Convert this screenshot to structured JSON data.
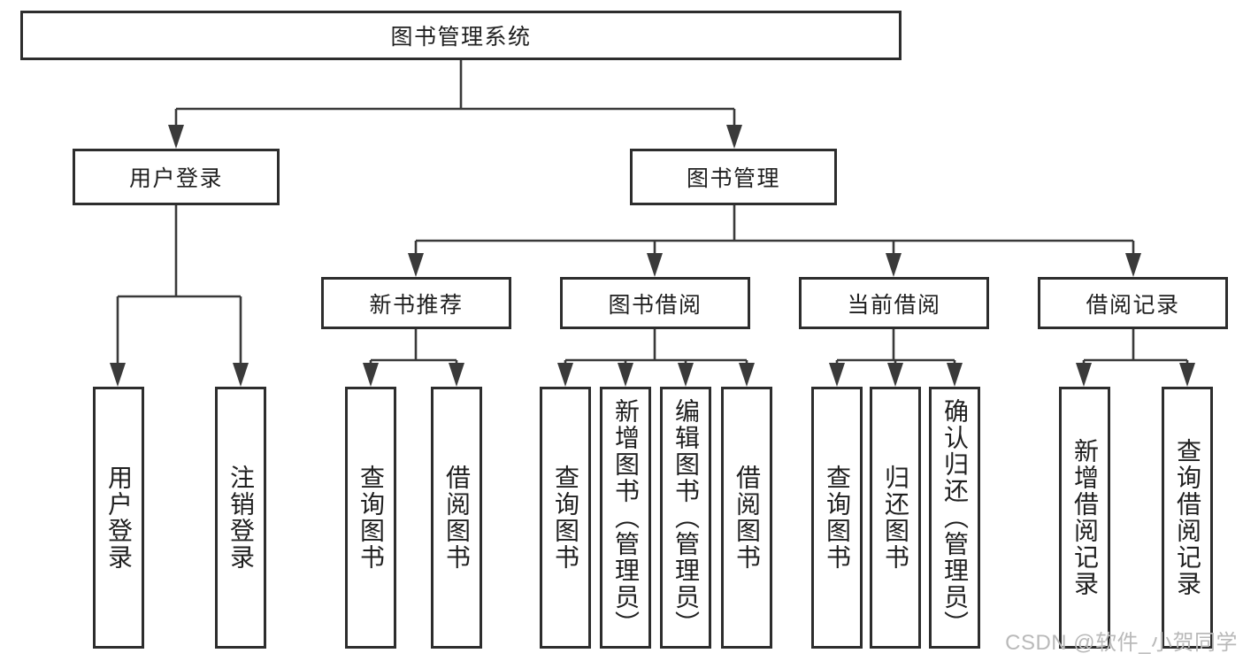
{
  "diagram": {
    "label": "图书管理系统",
    "children": [
      {
        "label": "用户登录",
        "children": [
          {
            "label": "用户登录"
          },
          {
            "label": "注销登录"
          }
        ]
      },
      {
        "label": "图书管理",
        "children": [
          {
            "label": "新书推荐",
            "children": [
              {
                "label": "查询图书"
              },
              {
                "label": "借阅图书"
              }
            ]
          },
          {
            "label": "图书借阅",
            "children": [
              {
                "label": "查询图书"
              },
              {
                "label": "新增图书（管理员）"
              },
              {
                "label": "编辑图书（管理员）"
              },
              {
                "label": "借阅图书"
              }
            ]
          },
          {
            "label": "当前借阅",
            "children": [
              {
                "label": "查询图书"
              },
              {
                "label": "归还图书"
              },
              {
                "label": "确认归还（管理员）"
              }
            ]
          },
          {
            "label": "借阅记录",
            "children": [
              {
                "label": "新增借阅记录"
              },
              {
                "label": "查询借阅记录"
              }
            ]
          }
        ]
      }
    ]
  },
  "watermark": "CSDN @软件_小贺同学"
}
